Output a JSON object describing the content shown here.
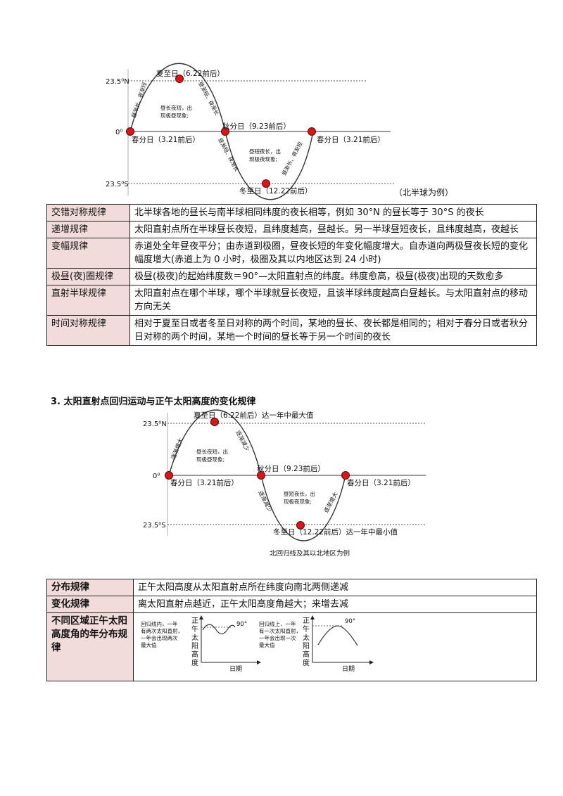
{
  "diagram1": {
    "lat_n": "23.5⁰N",
    "lat_0": "0⁰",
    "lat_s": "23.5⁰S",
    "summer": "夏至日（6.22前后）",
    "autumn": "秋分日（9.23前后）",
    "spring_l": "春分日（3.21前后）",
    "spring_r": "春分日（3.21前后）",
    "winter": "冬至日（12.22前后）",
    "note_top": [
      "昼长夜短，出",
      "现极昼现象;"
    ],
    "note_bot": [
      "昼短夜长，出",
      "现极夜现象;"
    ],
    "curve_labels": [
      "昼渐长、夜渐短",
      "昼渐短、夜渐长",
      "昼渐短、夜渐长",
      "昼渐长、夜渐短"
    ],
    "caption": "（北半球为例）"
  },
  "table1": [
    {
      "h": "交错对称规律",
      "c": "北半球各地的昼长与南半球相同纬度的夜长相等，例如 30°N 的昼长等于 30°S 的夜长"
    },
    {
      "h": "递增规律",
      "c": "太阳直射点所在半球昼长夜短，且纬度越高，昼越长。另一半球昼短夜长，且纬度越高，夜越长"
    },
    {
      "h": "变幅规律",
      "c": "赤道处全年昼夜平分；由赤道到极圈，昼夜长短的年变化幅度增大。自赤道向两极昼夜长短的变化幅度增大(赤道上为 0 小时，极圈及其以内地区达到 24 小时)"
    },
    {
      "h": "极昼(夜)圈规律",
      "c": "极昼(极夜)的起始纬度数＝90°—太阳直射点的纬度。纬度愈高，极昼(极夜)出现的天数愈多"
    },
    {
      "h": "直射半球规律",
      "c": "太阳直射点在哪个半球，哪个半球就昼长夜短，且该半球纬度越高白昼越长。与太阳直射点的移动方向无关"
    },
    {
      "h": "时间对称规律",
      "c": "相对于夏至日或者冬至日对称的两个时间，某地的昼长、夜长都是相同的；相对于春分日或者秋分日对称的两个时间，某地一个时间的昼长等于另一个时间的夜长"
    }
  ],
  "section3": "3. 太阳直射点回归运动与正午太阳高度的变化规律",
  "diagram2": {
    "lat_n": "23.5⁰N",
    "lat_0": "0⁰",
    "lat_s": "23.5⁰S",
    "summer": "夏至日（6.22前后）达一年中最大值",
    "autumn": "秋分日（9.23前后）",
    "spring_l": "春分日（3.21前后）",
    "spring_r": "春分日（3.21前后）",
    "winter": "冬至日（12.22前后）达一年中最小值",
    "note_top": [
      "昼长夜短，出",
      "现极昼现象;"
    ],
    "note_bot": [
      "昼短夜长，出",
      "现极夜现象;"
    ],
    "curve_labels": [
      "逐渐增大",
      "逐渐减少",
      "逐渐减少",
      "逐渐增大"
    ],
    "caption": "北回归线及其以北地区为例"
  },
  "table2": {
    "rows": [
      {
        "h": "分布规律",
        "c": "正午太阳高度从太阳直射点所在纬度向南北两侧递减"
      },
      {
        "h": "变化规律",
        "c": "离太阳直射点越近，正午太阳高度角越大；来增去减"
      }
    ],
    "last_h": "不同区域正午太阳高度角的年分布规律",
    "g1": {
      "note": [
        "回归线内，一年",
        "有两次太阳直射，",
        "一年会出现两次",
        "最大值"
      ],
      "ylab": [
        "正",
        "午",
        "太",
        "阳",
        "高",
        "度"
      ],
      "xlab": "日期",
      "deg": "90°"
    },
    "g2": {
      "note": [
        "回归线上，一年",
        "有一次太阳直射，",
        "一年会出现一次",
        "最大值"
      ],
      "ylab": [
        "正",
        "午",
        "太",
        "阳",
        "高",
        "度"
      ],
      "xlab": "日期",
      "deg": "90°"
    }
  }
}
